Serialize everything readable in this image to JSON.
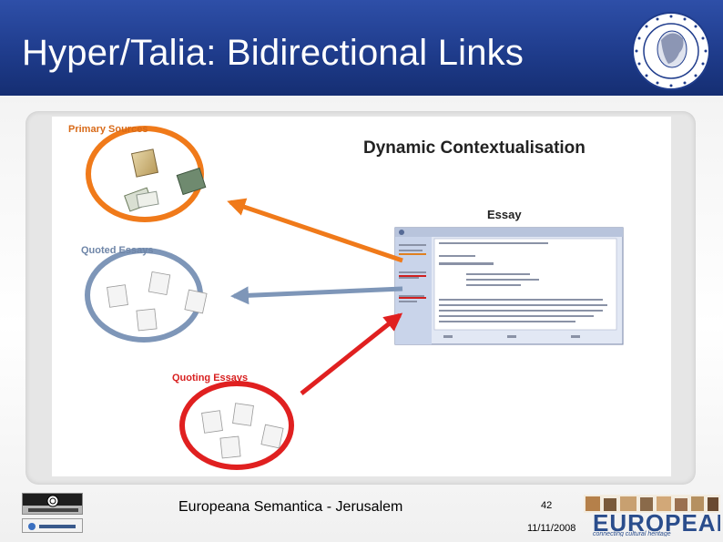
{
  "slide": {
    "title": "Hyper/Talia: Bidirectional Links",
    "footer_text": "Europeana Semantica - Jerusalem",
    "page_number": "42",
    "date": "11/11/2008"
  },
  "diagram": {
    "primary_sources_label": "Primary Sources",
    "dynamic_contextualisation_label": "Dynamic Contextualisation",
    "essay_label": "Essay",
    "quoted_essays_label": "Quoted Essays",
    "quoting_essays_label": "Quoting Essays"
  },
  "colors": {
    "header_blue": "#1f3c8c",
    "primary_orange": "#f07a1a",
    "quoted_blue": "#7e96b8",
    "quoting_red": "#e02020"
  },
  "logos": {
    "seal_icon": "university-seal-icon",
    "cc_icon": "creative-commons-badge-icon",
    "openoffice_icon": "openoffice-badge-icon",
    "europeana_icon": "europeana-logo"
  }
}
